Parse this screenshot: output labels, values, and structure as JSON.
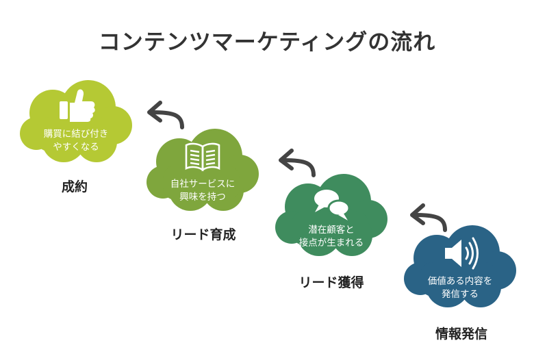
{
  "title": "コンテンツマーケティングの流れ",
  "steps": [
    {
      "label": "成約",
      "text_line1": "購買に結び付き",
      "text_line2": "やすくなる",
      "icon": "thumbs-up-icon",
      "color": "#b5c934"
    },
    {
      "label": "リード育成",
      "text_line1": "自社サービスに",
      "text_line2": "興味を持つ",
      "icon": "open-book-icon",
      "color": "#7fa63d"
    },
    {
      "label": "リード獲得",
      "text_line1": "潜在顧客と",
      "text_line2": "接点が生まれる",
      "icon": "speech-bubbles-icon",
      "color": "#3f8c5e"
    },
    {
      "label": "情報発信",
      "text_line1": "価値ある内容を",
      "text_line2": "発信する",
      "icon": "speaker-icon",
      "color": "#2a6386"
    }
  ],
  "arrow_color": "#444444"
}
